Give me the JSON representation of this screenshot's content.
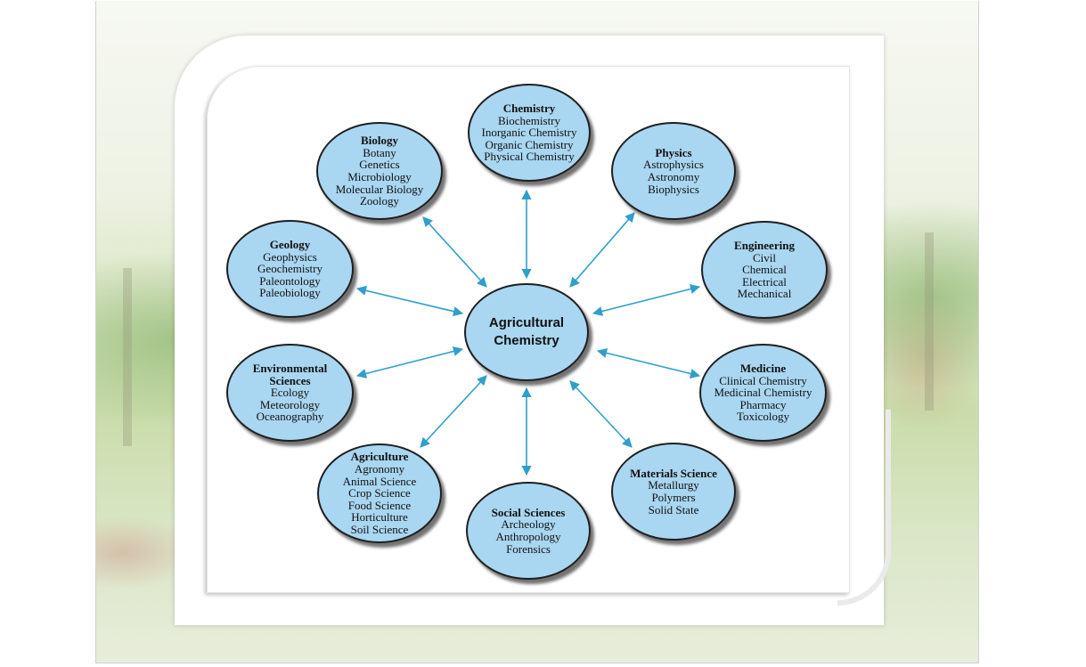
{
  "diagram": {
    "center": {
      "line1": "Agricultural",
      "line2": "Chemistry"
    },
    "nodes": [
      {
        "title": "Chemistry",
        "items": [
          "Biochemistry",
          "Inorganic Chemistry",
          "Organic Chemistry",
          "Physical Chemistry"
        ]
      },
      {
        "title": "Physics",
        "items": [
          "Astrophysics",
          "Astronomy",
          "Biophysics"
        ]
      },
      {
        "title": "Engineering",
        "items": [
          "Civil",
          "Chemical",
          "Electrical",
          "Mechanical"
        ]
      },
      {
        "title": "Medicine",
        "items": [
          "Clinical Chemistry",
          "Medicinal Chemistry",
          "Pharmacy",
          "Toxicology"
        ]
      },
      {
        "title": "Materials Science",
        "items": [
          "Metallurgy",
          "Polymers",
          "Solid State"
        ]
      },
      {
        "title": "Social Sciences",
        "items": [
          "Archeology",
          "Anthropology",
          "Forensics"
        ]
      },
      {
        "title": "Agriculture",
        "items": [
          "Agronomy",
          "Animal Science",
          "Crop Science",
          "Food Science",
          "Horticulture",
          "Soil Science"
        ]
      },
      {
        "title": "Environmental Sciences",
        "titleLines": [
          "Environmental",
          "Sciences"
        ],
        "items": [
          "Ecology",
          "Meteorology",
          "Oceanography"
        ]
      },
      {
        "title": "Geology",
        "items": [
          "Geophysics",
          "Geochemistry",
          "Paleontology",
          "Paleobiology"
        ]
      },
      {
        "title": "Biology",
        "items": [
          "Botany",
          "Genetics",
          "Microbiology",
          "Molecular Biology",
          "Zoology"
        ]
      }
    ]
  },
  "colors": {
    "node_fill": "#a9d6f1",
    "arrow": "#2f9fcb",
    "border": "#1f1f1f"
  }
}
